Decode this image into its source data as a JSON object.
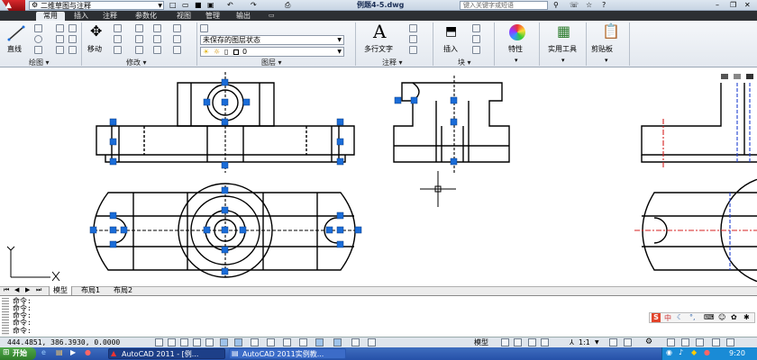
{
  "title_bar": {
    "workspace": "二维草图与注释",
    "document": "例题4-5.dwg",
    "search_placeholder": "键入关键字或短语"
  },
  "ribbon_tabs": [
    "常用",
    "插入",
    "注释",
    "参数化",
    "视图",
    "管理",
    "输出"
  ],
  "ribbon": {
    "line_label": "直线",
    "move_label": "移动",
    "layer_state": "未保存的图层状态",
    "layer_current": "0",
    "mtext_label": "多行文字",
    "insert_label": "插入",
    "properties_label": "特性",
    "utilities_label": "实用工具",
    "clipboard_label": "剪贴板",
    "panels": {
      "draw": "绘图",
      "modify": "修改",
      "layers": "图层",
      "annotation": "注释",
      "block": "块"
    }
  },
  "layout_tabs": [
    "模型",
    "布局1",
    "布局2"
  ],
  "command_history": [
    "命令:",
    "命令:",
    "命令:",
    "命令:",
    "命令:"
  ],
  "status": {
    "coords": "444.4851, 386.3930, 0.0000",
    "model_label": "模型",
    "scale": "1:1"
  },
  "taskbar": {
    "start": "开始",
    "items": [
      "AutoCAD 2011 - [例...",
      "AutoCAD 2011实例教..."
    ],
    "clock": "9:20"
  },
  "colors": {
    "grip": "#1a6cd8",
    "center_line_red": "#d62020",
    "hidden_line_blue": "#2040d0"
  }
}
